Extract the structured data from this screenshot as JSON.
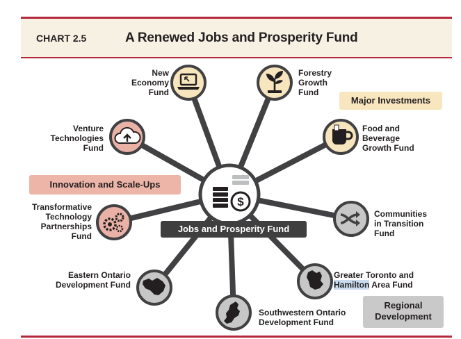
{
  "header": {
    "chart_label": "CHART 2.5",
    "title": "A Renewed Jobs and Prosperity Fund"
  },
  "hub": {
    "label": "Jobs and Prosperity Fund",
    "icon": "coins-dollar-icon"
  },
  "tags": {
    "major": "Major Investments",
    "innovation": "Innovation and Scale-Ups",
    "regional_line1": "Regional",
    "regional_line2": "Development"
  },
  "funds": {
    "new_economy": {
      "lines": [
        "New",
        "Economy",
        "Fund"
      ],
      "icon": "laptop-icon"
    },
    "forestry": {
      "lines": [
        "Forestry",
        "Growth",
        "Fund"
      ],
      "icon": "seedling-icon"
    },
    "food_beverage": {
      "lines": [
        "Food and",
        "Beverage",
        "Growth Fund"
      ],
      "icon": "mug-icon"
    },
    "venture": {
      "lines": [
        "Venture",
        "Technologies",
        "Fund"
      ],
      "icon": "cloud-upload-icon"
    },
    "communities": {
      "lines": [
        "Communities",
        "in Transition",
        "Fund"
      ],
      "icon": "shuffle-arrows-icon"
    },
    "transformative": {
      "lines": [
        "Transformative",
        "Technology",
        "Partnerships",
        "Fund"
      ],
      "icon": "gears-icon"
    },
    "eastern": {
      "lines": [
        "Eastern Ontario",
        "Development Fund"
      ],
      "icon": "eastern-ontario-map-icon"
    },
    "gta": {
      "line1": "Greater Toronto and",
      "line2_highlight": "Hamilton",
      "line2_rest": " Area Fund",
      "icon": "gta-map-icon"
    },
    "southwestern": {
      "lines": [
        "Southwestern Ontario",
        "Development Fund"
      ],
      "icon": "southwestern-ontario-map-icon"
    }
  },
  "colors": {
    "spoke": "#414042",
    "accent_red": "#b5283c",
    "header_bg": "#f7f1e4",
    "major_bg": "#f8e6bf",
    "innovation_bg": "#edb4a8",
    "regional_bg": "#c9c9c9",
    "icon_major": "#f6e5bd",
    "icon_innovation": "#eab2a6",
    "icon_regional": "#c7c7c7"
  }
}
